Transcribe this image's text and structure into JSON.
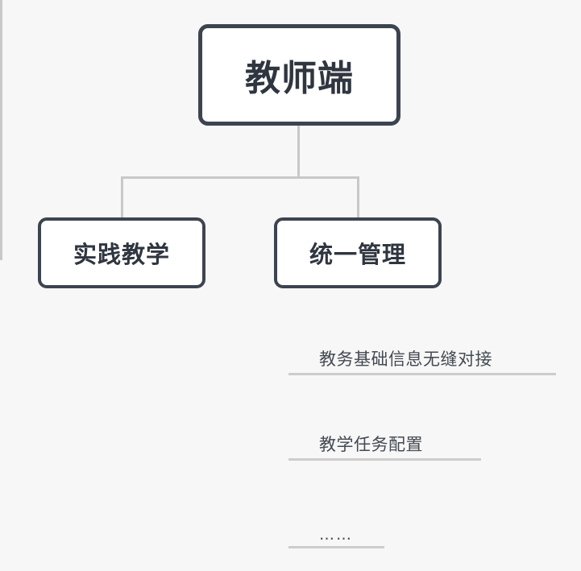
{
  "diagram": {
    "type": "organization-tree",
    "background_color": "#f7f7f7",
    "node_border_color": "#3d4450",
    "node_fill_color": "#ffffff",
    "connector_color": "#c8c8c8",
    "text_color": "#2f3640",
    "root": {
      "label": "教师端"
    },
    "children": [
      {
        "label": "实践教学",
        "sub_items": []
      },
      {
        "label": "统一管理",
        "sub_items": [
          {
            "label": "教务基础信息无缝对接"
          },
          {
            "label": "教学任务配置"
          },
          {
            "label": "……"
          }
        ]
      }
    ]
  }
}
